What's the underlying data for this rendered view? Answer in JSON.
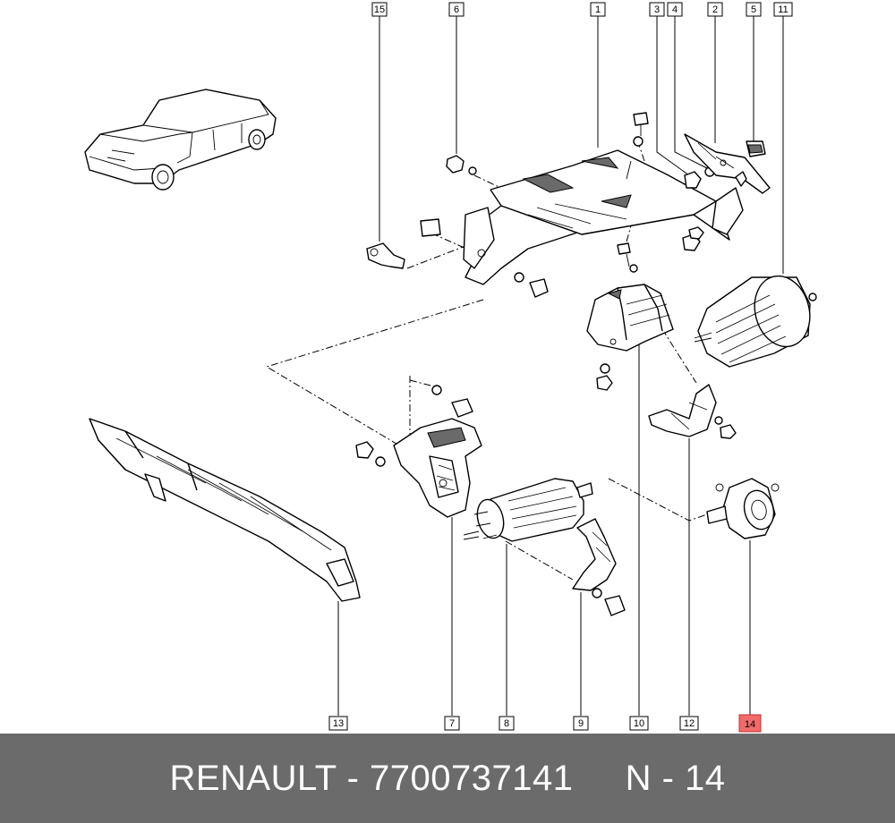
{
  "callouts": {
    "c15": "15",
    "c6": "6",
    "c1": "1",
    "c3": "3",
    "c4": "4",
    "c2": "2",
    "c5": "5",
    "c11": "11",
    "c13": "13",
    "c7": "7",
    "c8": "8",
    "c9": "9",
    "c10": "10",
    "c12": "12",
    "c14": "14"
  },
  "highlight_color": "#f26a6a",
  "footer": {
    "brand": "RENAULT",
    "separator": " - ",
    "part_number": "7700737141",
    "gap": "     ",
    "position_label": "N - 14"
  },
  "footer_bg": "#6b6b6b"
}
